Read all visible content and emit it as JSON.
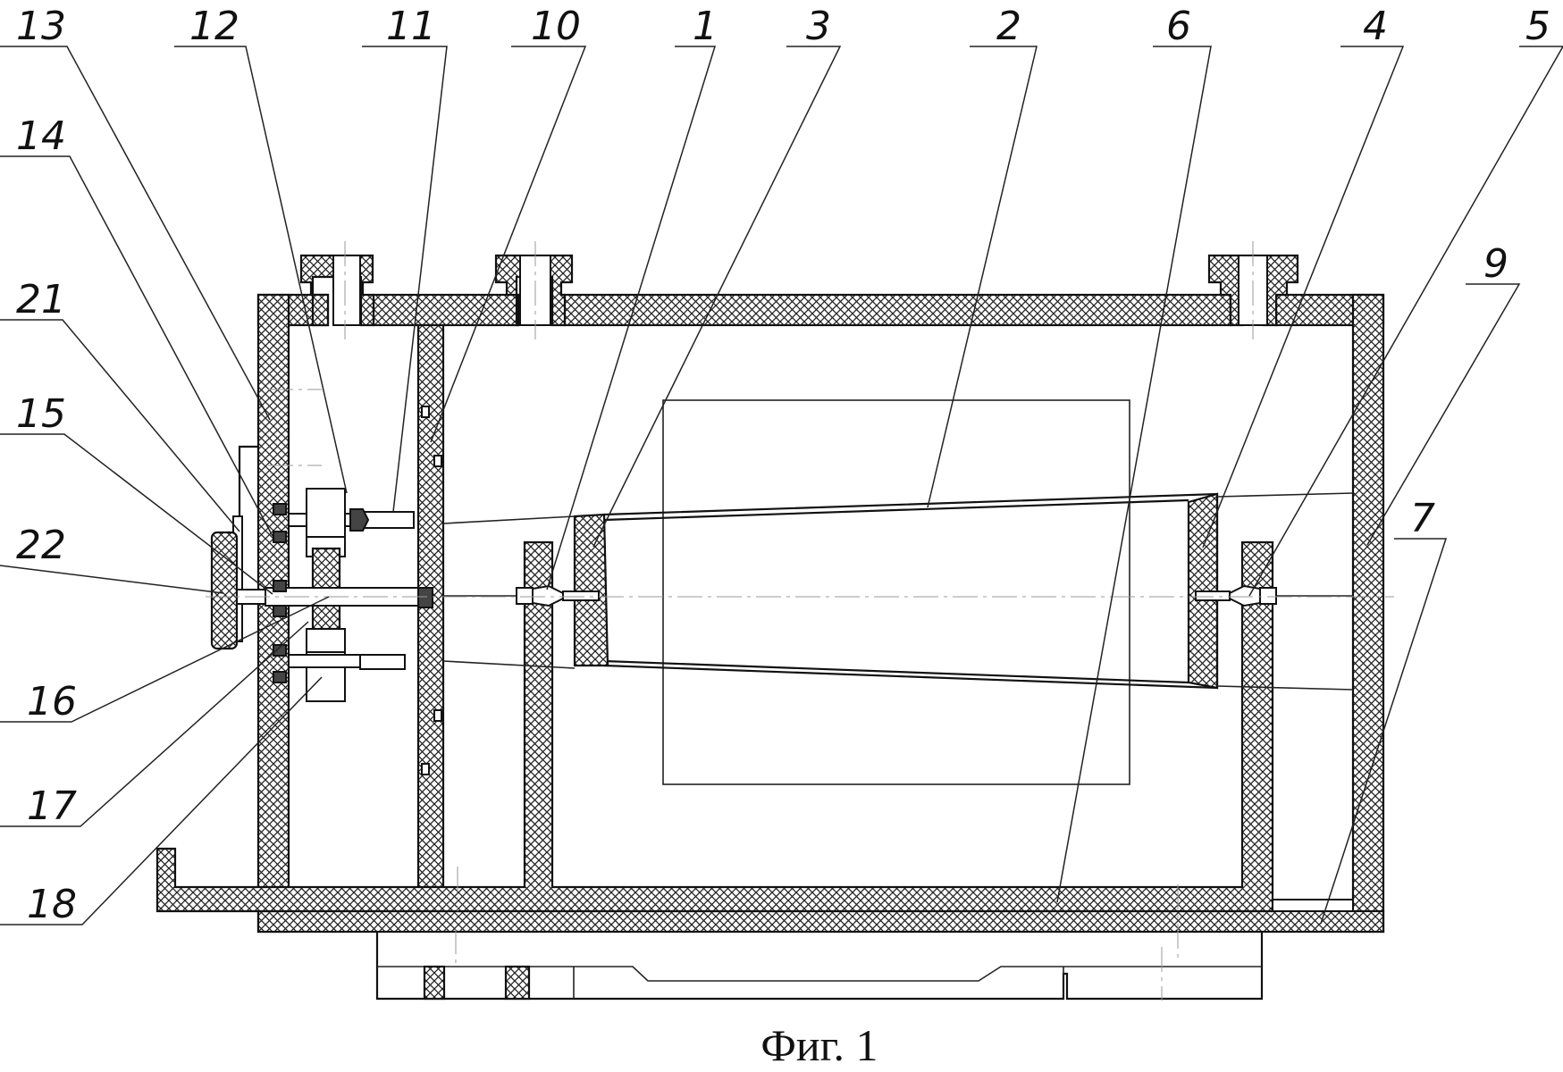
{
  "figure": {
    "caption": "Фиг. 1",
    "labels": [
      {
        "id": "13",
        "text": "13"
      },
      {
        "id": "12",
        "text": "12"
      },
      {
        "id": "11",
        "text": "11"
      },
      {
        "id": "10",
        "text": "10"
      },
      {
        "id": "1",
        "text": "1"
      },
      {
        "id": "3",
        "text": "3"
      },
      {
        "id": "2",
        "text": "2"
      },
      {
        "id": "6",
        "text": "6"
      },
      {
        "id": "4",
        "text": "4"
      },
      {
        "id": "5",
        "text": "5"
      },
      {
        "id": "14",
        "text": "14"
      },
      {
        "id": "9",
        "text": "9"
      },
      {
        "id": "21",
        "text": "21"
      },
      {
        "id": "15",
        "text": "15"
      },
      {
        "id": "22",
        "text": "22"
      },
      {
        "id": "7",
        "text": "7"
      },
      {
        "id": "16",
        "text": "16"
      },
      {
        "id": "17",
        "text": "17"
      },
      {
        "id": "18",
        "text": "18"
      }
    ]
  }
}
